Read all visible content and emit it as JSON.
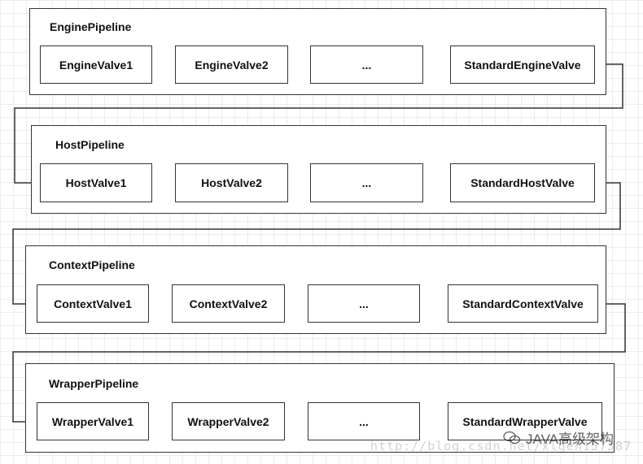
{
  "pipelines": [
    {
      "title": "EnginePipeline",
      "valves": [
        "EngineValve1",
        "EngineValve2",
        "...",
        "StandardEngineValve"
      ]
    },
    {
      "title": "HostPipeline",
      "valves": [
        "HostValve1",
        "HostValve2",
        "...",
        "StandardHostValve"
      ]
    },
    {
      "title": "ContextPipeline",
      "valves": [
        "ContextValve1",
        "ContextValve2",
        "...",
        "StandardContextValve"
      ]
    },
    {
      "title": "WrapperPipeline",
      "valves": [
        "WrapperValve1",
        "WrapperValve2",
        "...",
        "StandardWrapperValve"
      ]
    }
  ],
  "watermark": {
    "url": "http://blog.csdn.net/xlgen157387",
    "brand": "JAVA高级架构"
  },
  "colors": {
    "line": "#333333",
    "grid": "#ececec"
  }
}
